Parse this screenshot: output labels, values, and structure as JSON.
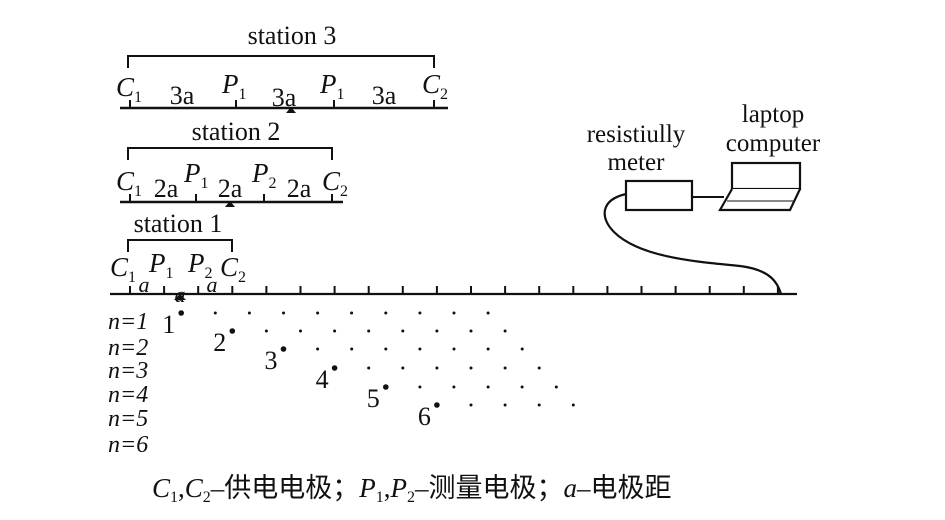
{
  "stations": [
    {
      "title": "station 3",
      "electrodes": [
        {
          "base": "C",
          "sub": "1"
        },
        {
          "base": "P",
          "sub": "1"
        },
        {
          "base": "P",
          "sub": "1"
        },
        {
          "base": "C",
          "sub": "2"
        }
      ],
      "spacings": [
        "3a",
        "3a",
        "3a"
      ]
    },
    {
      "title": "station 2",
      "electrodes": [
        {
          "base": "C",
          "sub": "1"
        },
        {
          "base": "P",
          "sub": "1"
        },
        {
          "base": "P",
          "sub": "2"
        },
        {
          "base": "C",
          "sub": "2"
        }
      ],
      "spacings": [
        "2a",
        "2a",
        "2a"
      ]
    },
    {
      "title": "station 1",
      "electrodes": [
        {
          "base": "C",
          "sub": "1"
        },
        {
          "base": "P",
          "sub": "1"
        },
        {
          "base": "P",
          "sub": "2"
        },
        {
          "base": "C",
          "sub": "2"
        }
      ],
      "spacings": [
        "a",
        "a",
        "a"
      ]
    }
  ],
  "equipment": {
    "meter_label": [
      "resistiully",
      "meter"
    ],
    "laptop_label": [
      "laptop",
      "computer"
    ]
  },
  "levels": {
    "row_labels": [
      "n=1",
      "n=2",
      "n=3",
      "n=4",
      "n=5",
      "n=6"
    ],
    "point_labels": [
      "1",
      "2",
      "3",
      "4",
      "5",
      "6"
    ],
    "points_per_row": [
      10,
      9,
      8,
      7,
      6,
      5
    ]
  },
  "legend": {
    "c1": {
      "base": "C",
      "sub": "1"
    },
    "c2": {
      "base": "C",
      "sub": "2"
    },
    "c_desc": "–供电电极；",
    "p1": {
      "base": "P",
      "sub": "1"
    },
    "p2": {
      "base": "P",
      "sub": "2"
    },
    "p_desc": "–测量电极；",
    "a": "a",
    "a_desc": "–电极距"
  }
}
